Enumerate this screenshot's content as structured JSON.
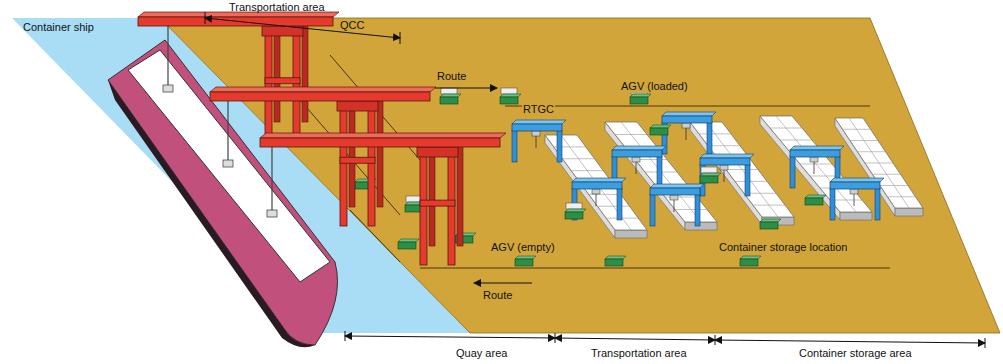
{
  "diagram": {
    "labels": [
      "Transportation area",
      "Container ship",
      "QCC",
      "Route",
      "AGV (loaded)",
      "RTGC",
      "AGV (empty)",
      "Container storage location",
      "Route",
      "Quay area",
      "Transportation area",
      "Container storage area"
    ]
  }
}
